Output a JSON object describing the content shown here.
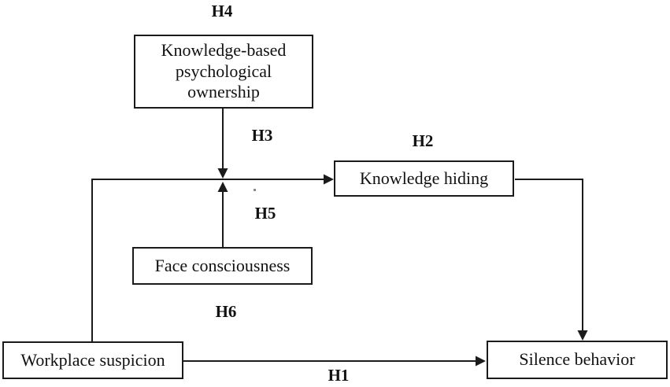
{
  "figure": {
    "type": "hypothesis-path-model",
    "background_color": "#ffffff",
    "line_color": "#1b1b1b",
    "nodes": [
      {
        "id": "kpo",
        "label": "Knowledge-based psychological ownership"
      },
      {
        "id": "kh",
        "label": "Knowledge hiding"
      },
      {
        "id": "fc",
        "label": "Face consciousness"
      },
      {
        "id": "ws",
        "label": "Workplace suspicion"
      },
      {
        "id": "sb",
        "label": "Silence behavior"
      }
    ],
    "hypothesis_labels": {
      "h1": "H1",
      "h2": "H2",
      "h3": "H3",
      "h4": "H4",
      "h5": "H5",
      "h6": "H6"
    },
    "edges": [
      {
        "from": "ws",
        "to": "sb",
        "label": "H1"
      },
      {
        "from": "ws",
        "to": "kh",
        "label": "H2"
      },
      {
        "from": "kpo",
        "to": "ws-kh-path",
        "label": "H3"
      },
      {
        "from": "fc",
        "to": "ws-kh-path",
        "label": "H5"
      },
      {
        "from": "kh",
        "to": "sb",
        "label": ""
      }
    ]
  }
}
